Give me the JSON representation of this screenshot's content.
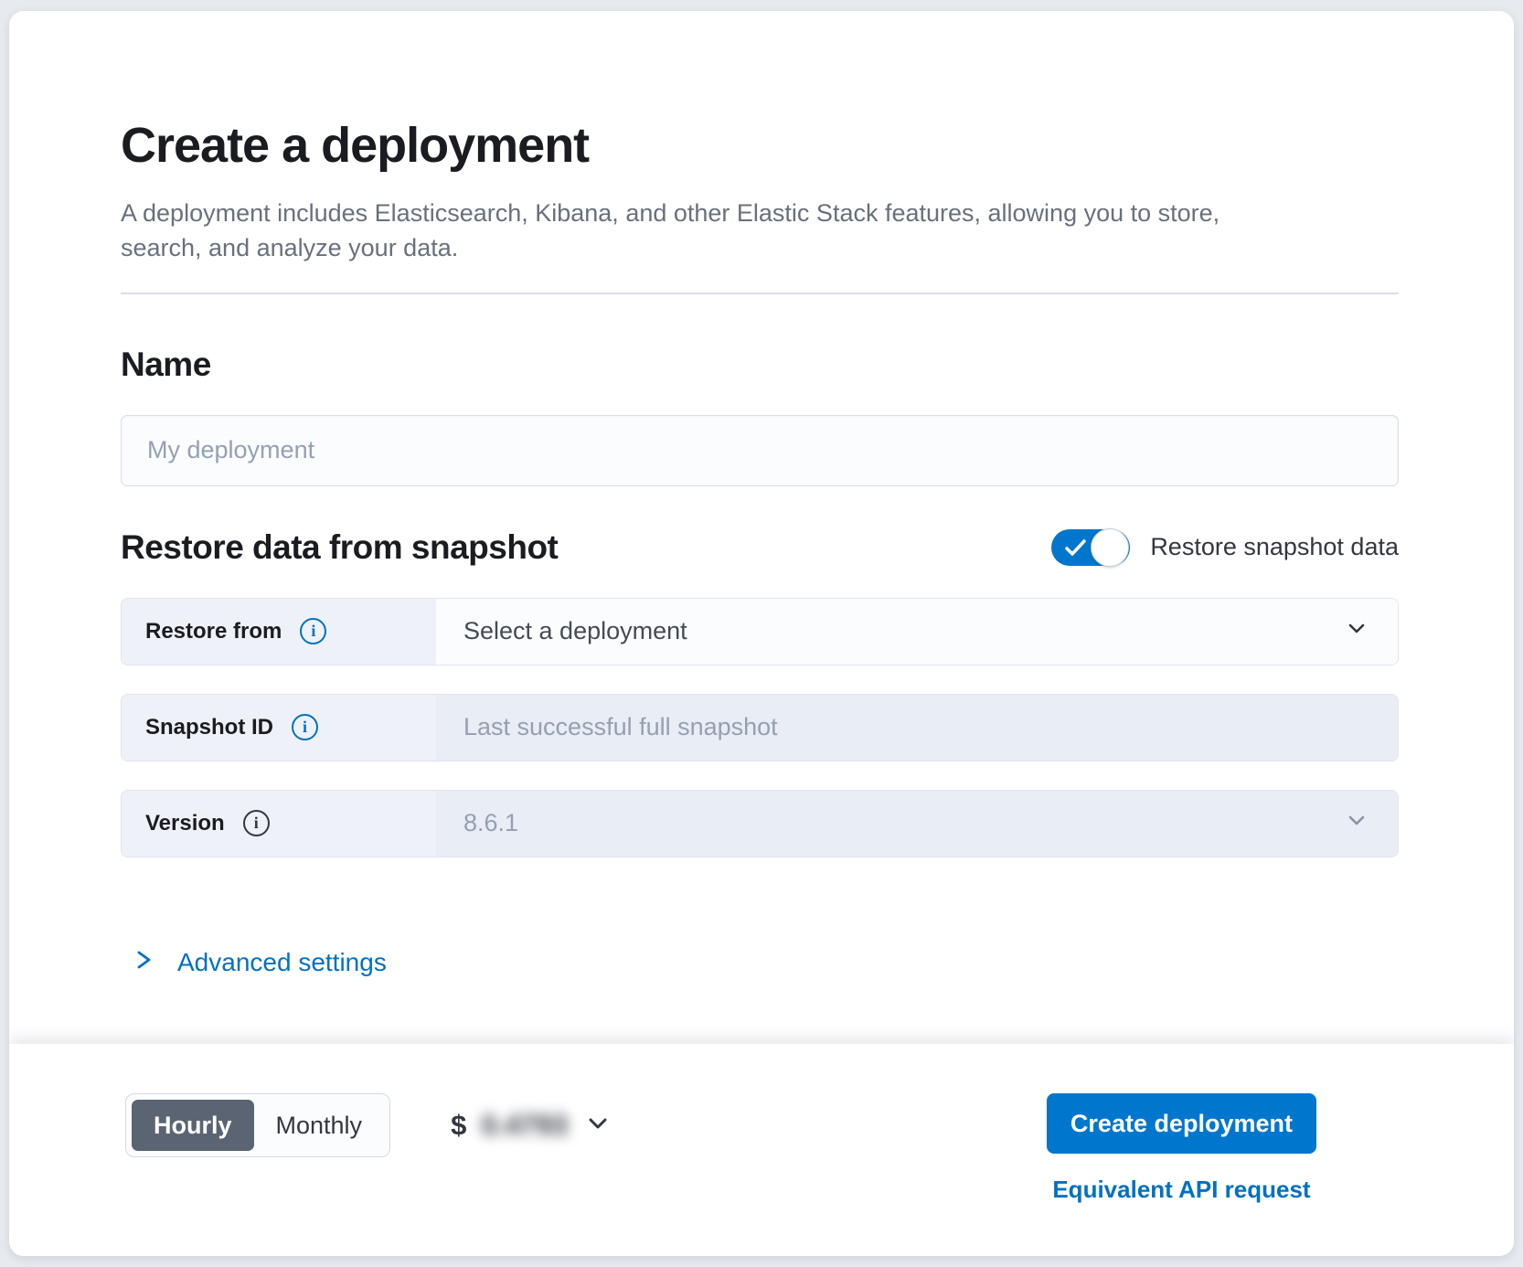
{
  "colors": {
    "accent_blue": "#0077cc",
    "link_blue": "#0071c2",
    "selected_segment_gray": "#5a6472",
    "heading_text": "#1a1c21",
    "muted_text": "#69707d"
  },
  "header": {
    "title": "Create a deployment",
    "subtitle": "A deployment includes Elasticsearch, Kibana, and other Elastic Stack features, allowing you to store, search, and analyze your data."
  },
  "name_section": {
    "heading": "Name",
    "placeholder": "My deployment"
  },
  "restore_section": {
    "heading": "Restore data from snapshot",
    "toggle": {
      "label": "Restore snapshot data",
      "state": "on"
    },
    "rows": [
      {
        "label": "Restore from",
        "control": "select",
        "value": "Select a deployment",
        "disabled": false
      },
      {
        "label": "Snapshot ID",
        "control": "input",
        "placeholder": "Last successful full snapshot",
        "disabled": true
      },
      {
        "label": "Version",
        "control": "select",
        "value": "8.6.1",
        "disabled": true
      }
    ]
  },
  "advanced": {
    "label": "Advanced settings"
  },
  "footer": {
    "billing_period": {
      "options": [
        "Hourly",
        "Monthly"
      ],
      "selected": "Hourly"
    },
    "price": {
      "currency": "$",
      "masked_value": "0.4793",
      "masked": true
    },
    "create_button": "Create deployment",
    "api_link": "Equivalent API request"
  }
}
